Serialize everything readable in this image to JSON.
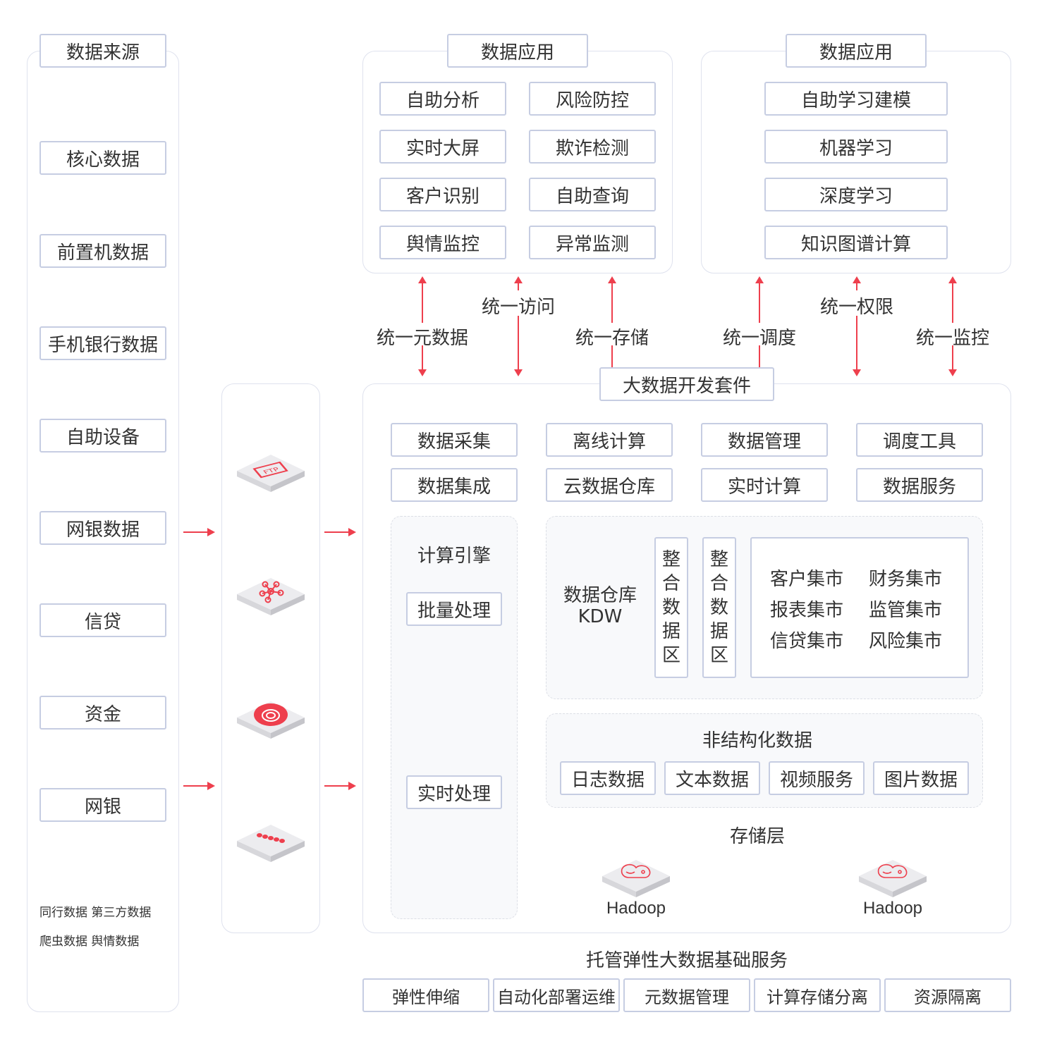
{
  "sources": {
    "title": "数据来源",
    "items": [
      "核心数据",
      "前置机数据",
      "手机银行数据",
      "自助设备",
      "网银数据",
      "信贷",
      "资金",
      "网银"
    ],
    "extra_lines": [
      "同行数据 第三方数据",
      "爬虫数据 舆情数据"
    ]
  },
  "ingest_icons": [
    "ftp-icon",
    "kafka-network-icon",
    "data-sync-icon",
    "pipeline-chain-icon"
  ],
  "app_left": {
    "title": "数据应用",
    "items": [
      "自助分析",
      "风险防控",
      "实时大屏",
      "欺诈检测",
      "客户识别",
      "自助查询",
      "舆情监控",
      "异常监测"
    ]
  },
  "app_right": {
    "title": "数据应用",
    "items": [
      "自助学习建模",
      "机器学习",
      "深度学习",
      "知识图谱计算"
    ]
  },
  "unified": [
    "统一元数据",
    "统一访问",
    "统一存储",
    "统一调度",
    "统一权限",
    "统一监控"
  ],
  "suite": {
    "title": "大数据开发套件",
    "tools_row1": [
      "数据采集",
      "离线计算",
      "数据管理",
      "调度工具"
    ],
    "tools_row2": [
      "数据集成",
      "云数据仓库",
      "实时计算",
      "数据服务"
    ],
    "engine": {
      "title": "计算引擎",
      "batch": "批量处理",
      "realtime": "实时处理"
    },
    "warehouse": {
      "title_line1": "数据仓库",
      "title_line2": "KDW",
      "zone1": [
        "整",
        "合",
        "数",
        "据",
        "区"
      ],
      "zone2": [
        "整",
        "合",
        "数",
        "据",
        "区"
      ],
      "marts": [
        "客户集市",
        "财务集市",
        "报表集市",
        "监管集市",
        "信贷集市",
        "风险集市"
      ]
    },
    "unstructured": {
      "title": "非结构化数据",
      "items": [
        "日志数据",
        "文本数据",
        "视频服务",
        "图片数据"
      ]
    },
    "storage": {
      "title": "存储层",
      "nodes": [
        "Hadoop",
        "Hadoop"
      ]
    }
  },
  "foundation": {
    "title": "托管弹性大数据基础服务",
    "items": [
      "弹性伸缩",
      "自动化部署运维",
      "元数据管理",
      "计算存储分离",
      "资源隔离"
    ]
  },
  "colors": {
    "accent": "#ee3f4d",
    "border": "#c6cde2",
    "panel_border": "#dfe2ee",
    "text": "#333333"
  }
}
